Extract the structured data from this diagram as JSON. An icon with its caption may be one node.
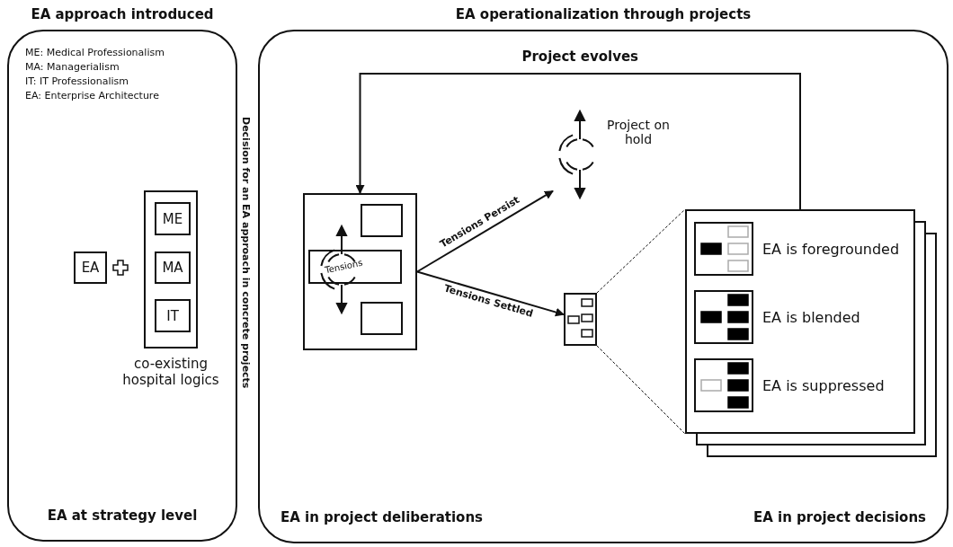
{
  "diagram": {
    "nodes": [
      {
        "text": [
          "EA approach introduced",
          "EA at strategy level"
        ]
      },
      {
        "text": [
          "EA"
        ],
        "in": 0
      },
      {
        "text": [],
        "shape": "box",
        "in": 0,
        "beside": [
          "co-existing hospital logics"
        ]
      },
      {
        "text": [
          "ME"
        ],
        "in": 2
      },
      {
        "text": [
          "MA"
        ],
        "in": 2
      },
      {
        "text": [
          "IT"
        ],
        "in": 2
      },
      {
        "text": [
          "EA operationalization through projects",
          "EA in project deliberations",
          "EA in project decisions"
        ]
      },
      {
        "text": [],
        "shape": "box",
        "in": 6
      },
      {
        "text": [
          "Tensions"
        ],
        "in": 7
      },
      {
        "text": [
          "Project on hold"
        ],
        "in": 6
      },
      {
        "text": [],
        "shape": "box",
        "in": 6
      },
      {
        "text": [],
        "shape": "box",
        "in": 6
      },
      {
        "text": [
          "EA is foregrounded"
        ],
        "in": 11
      },
      {
        "text": [
          "EA is blended"
        ],
        "in": 11
      },
      {
        "text": [
          "EA is suppressed"
        ],
        "in": 11
      }
    ],
    "edges": [
      {
        "from": 7,
        "to": 9,
        "label": "Tensions Persist",
        "arrow": "to"
      },
      {
        "from": 7,
        "to": 10,
        "label": "Tensions Settled",
        "arrow": "to"
      },
      {
        "from": 11,
        "to": 7,
        "label": "Project evolves",
        "arrow": "to"
      },
      {
        "from": 10,
        "to": 11,
        "arrow": "none",
        "style": "dashed"
      },
      {
        "from": 10,
        "to": 11,
        "arrow": "none",
        "style": "dashed"
      }
    ],
    "labels": [
      "ME: Medical Professionalism",
      "MA: Managerialism",
      "IT: IT Professionalism",
      "EA: Enterprise Architecture",
      "Decision for an EA approach in concrete projects"
    ]
  }
}
